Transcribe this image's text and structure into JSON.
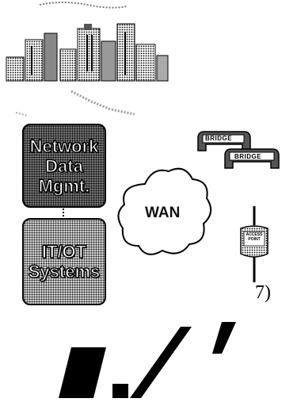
{
  "diagram": {
    "boxes": [
      {
        "id": "network-data-mgmt",
        "label": "Network\nData\nMgmt."
      },
      {
        "id": "it-ot-systems",
        "label": "IT/OT\nSystems"
      }
    ],
    "wan_label": "WAN",
    "bridges": [
      "BRIDGE",
      "BRIDGE"
    ],
    "access_point_label": "ACCESS\nPOINT",
    "figure_label": "7)",
    "bottom_glyphs": "■./'"
  },
  "colors": {
    "ink": "#000000",
    "background": "#ffffff",
    "halftone_gray": "#7a7a7a"
  }
}
